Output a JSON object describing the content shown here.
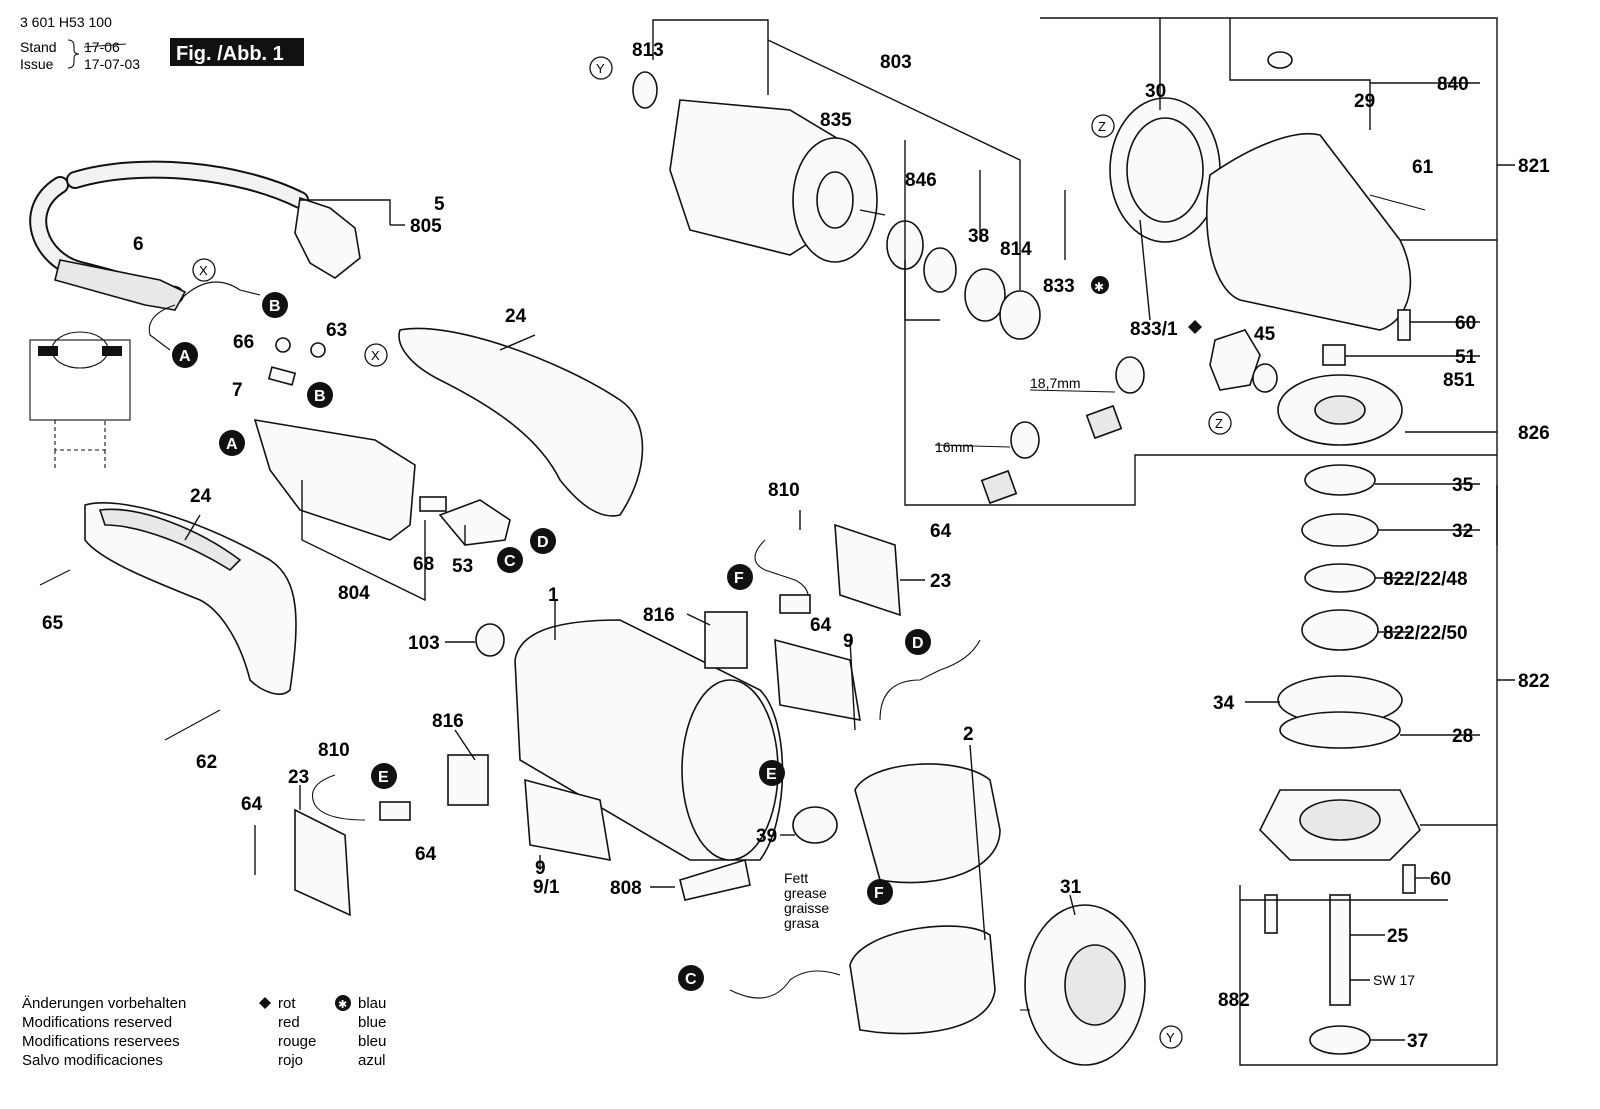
{
  "header": {
    "doc_number": "3 601 H53 100",
    "stand_label": "Stand",
    "issue_label": "Issue",
    "stand_value": "17-06",
    "issue_value": "17-07-03",
    "figure_label": "Fig. /Abb. 1"
  },
  "parts": {
    "p813": "813",
    "p803": "803",
    "p835": "835",
    "p846": "846",
    "p38": "38",
    "p814": "814",
    "p833": "833",
    "p833_1": "833/1",
    "p30": "30",
    "p840": "840",
    "p29": "29",
    "p821": "821",
    "p61": "61",
    "p60a": "60",
    "p51": "51",
    "p851": "851",
    "p45": "45",
    "p826": "826",
    "p35": "35",
    "p32": "32",
    "p822_22_48": "822/22/48",
    "p822_22_50": "822/22/50",
    "p822": "822",
    "p34": "34",
    "p28": "28",
    "p60b": "60",
    "p25": "25",
    "sw17": "SW 17",
    "p882": "882",
    "p37": "37",
    "p5": "5",
    "p805": "805",
    "p6": "6",
    "p24a": "24",
    "p24b": "24",
    "p66": "66",
    "p63": "63",
    "p7": "7",
    "p65": "65",
    "p62": "62",
    "p68": "68",
    "p53": "53",
    "p804": "804",
    "p810a": "810",
    "p64a": "64",
    "p23a": "23",
    "p816a": "816",
    "p64b": "64",
    "p9a": "9",
    "p1": "1",
    "p103": "103",
    "p2": "2",
    "p816b": "816",
    "p810b": "810",
    "p23b": "23",
    "p64c": "64",
    "p64d": "64",
    "p9b": "9",
    "p9_1": "9/1",
    "p808": "808",
    "p39": "39",
    "p31": "31"
  },
  "dimensions": {
    "d18_7": "18,7mm",
    "d16": "16mm"
  },
  "grease_note": [
    "Fett",
    "grease",
    "graisse",
    "grasa"
  ],
  "connectors": {
    "A": "A",
    "B": "B",
    "C": "C",
    "D": "D",
    "E": "E",
    "F": "F"
  },
  "refs": {
    "X": "X",
    "Y": "Y",
    "Z": "Z"
  },
  "legend": {
    "notes": [
      "Änderungen vorbehalten",
      "Modifications reserved",
      "Modifications reservees",
      "Salvo modificaciones"
    ],
    "red": [
      "rot",
      "red",
      "rouge",
      "rojo"
    ],
    "blue": [
      "blau",
      "blue",
      "bleu",
      "azul"
    ]
  }
}
